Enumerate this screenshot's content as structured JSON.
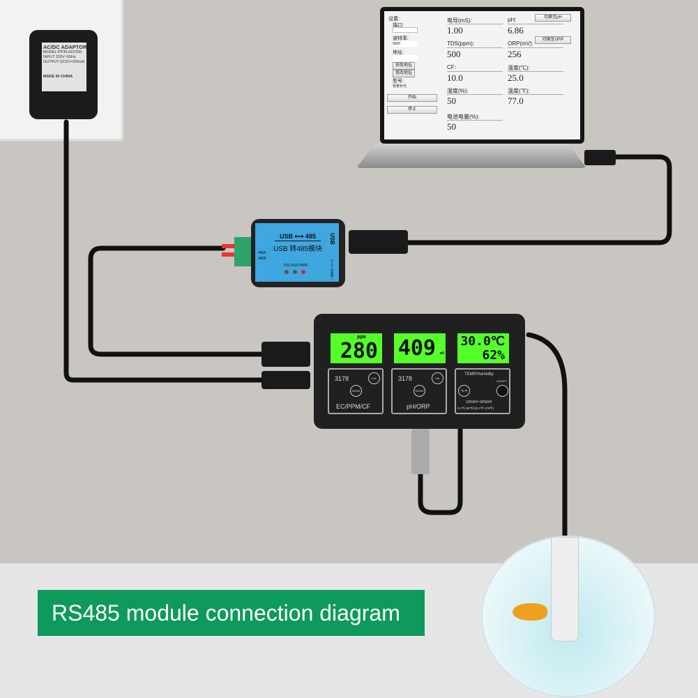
{
  "banner": {
    "title": "RS485 module connection diagram"
  },
  "adapter": {
    "title": "AC/DC ADAPTOR",
    "model": "MODEL  PP35-06V250",
    "input": "INPUT  220V~50Hz",
    "output": "OUTPUT DC6V=250mA",
    "origin": "MADE IN CHINA"
  },
  "module": {
    "line1": "USB ⟷ 485",
    "line2": "USB 转485模块",
    "pin_a": "485A",
    "pin_b": "485B",
    "leds": "TXD RXD PWR",
    "usb": "USB",
    "side": "5V DC 电源输入",
    "colors": {
      "face": "#3fa6e0",
      "pwr_led": "#e02020"
    }
  },
  "software": {
    "settings": "设置:",
    "port_label": "端口:",
    "baud_label": "波特率:",
    "baud_value": "9600",
    "addr_label": "地址:",
    "get_addr": "获取地址",
    "set_addr": "修改地址",
    "mode_label": "型号:",
    "mode_value": "背景补光",
    "start": "开始",
    "stop": "停止",
    "switch_ph": "切换至pH",
    "switch_orp": "切换至ORP",
    "fields": [
      {
        "label": "电导(mS):",
        "value": "1.00"
      },
      {
        "label": "TDS(ppm):",
        "value": "500"
      },
      {
        "label": "CF:",
        "value": "10.0"
      },
      {
        "label": "湿度(%):",
        "value": "50"
      },
      {
        "label": "电池电量(%):",
        "value": "50"
      },
      {
        "label": "pH:",
        "value": "6.86"
      },
      {
        "label": "ORP(mV):",
        "value": "256"
      },
      {
        "label": "温度(℃):",
        "value": "25.0"
      },
      {
        "label": "温度(℉):",
        "value": "77.0"
      }
    ]
  },
  "meter": {
    "lcd1": {
      "value": "280",
      "unit": "ppm"
    },
    "lcd2": {
      "value": "409",
      "unit": "mV"
    },
    "lcd3": {
      "temp": "30.0℃",
      "hum": "62%"
    },
    "p1": {
      "model": "3178",
      "name": "EC/PPM/CF",
      "cal": "CAL",
      "mode": "MODE"
    },
    "p2": {
      "model": "3178",
      "name": "pH/ORP",
      "cal": "CAL",
      "mode": "MODE"
    },
    "p3": {
      "title": "TEMP/Humidity",
      "cf": "℃/℉",
      "onoff": "ON/OFF",
      "range1": "10%RH~99%RH",
      "range2": "0.1℃-80℃(32.1℉-176℉)"
    },
    "colors": {
      "lcd": "#54ff2a"
    }
  }
}
